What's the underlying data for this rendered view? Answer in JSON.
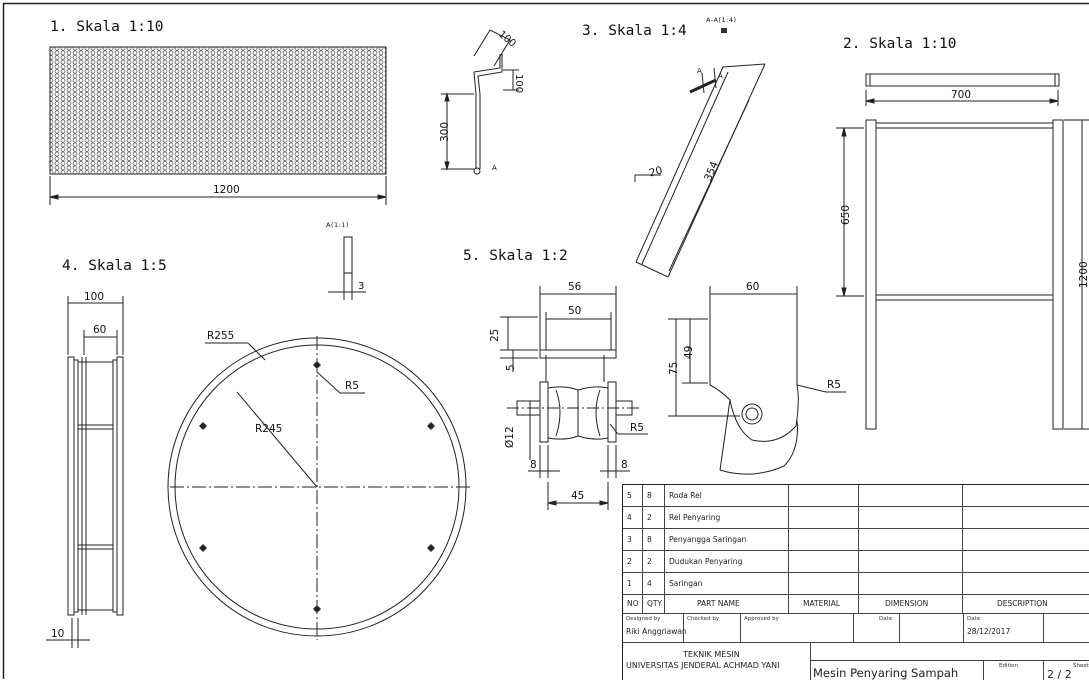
{
  "views": {
    "v1": "1. Skala 1:10",
    "v2": "2. Skala 1:10",
    "v3": "3. Skala 1:4",
    "v4": "4. Skala 1:5",
    "v5": "5. Skala 1:2"
  },
  "section_labels": {
    "aa": "A-A(1:4)",
    "a11": "A(1:1)",
    "a_marker": "A"
  },
  "dims": {
    "v1_width": "1200",
    "v1_rot_100a": "100",
    "v1_rot_100b": "100",
    "v1_rot_300": "300",
    "v2_700": "700",
    "v2_650": "650",
    "v2_1200": "1200",
    "v3_20": "20",
    "v3_354": "354",
    "v3_detail_3": "3",
    "v4_100": "100",
    "v4_60": "60",
    "v4_10": "10",
    "v4_r255": "R255",
    "v4_r245": "R245",
    "v4_r5": "R5",
    "v5_56": "56",
    "v5_50": "50",
    "v5_25": "25",
    "v5_5": "5",
    "v5_d12": "Ø12",
    "v5_8a": "8",
    "v5_8b": "8",
    "v5_45": "45",
    "v5_r5a": "R5",
    "v5_60": "60",
    "v5_75": "75",
    "v5_49": "49",
    "v5_r5b": "R5"
  },
  "parts_list": {
    "rows": [
      {
        "no": "5",
        "qty": "8",
        "name": "Roda Rel"
      },
      {
        "no": "4",
        "qty": "2",
        "name": "Rel Penyaring"
      },
      {
        "no": "3",
        "qty": "8",
        "name": "Penyangga Saringan"
      },
      {
        "no": "2",
        "qty": "2",
        "name": "Dudukan Penyaring"
      },
      {
        "no": "1",
        "qty": "4",
        "name": "Saringan"
      }
    ],
    "header": {
      "no": "NO",
      "qty": "QTY",
      "name": "PART NAME",
      "material": "MATERIAL",
      "dimension": "DIMENSION",
      "description": "DESCRIPTION"
    }
  },
  "title_block": {
    "designed_by_label": "Designed by",
    "designed_by": "Riki Anggriawan",
    "checked_by_label": "Checked by",
    "approved_by_label": "Approved by",
    "date_label": "Date",
    "date2_label": "Date",
    "date": "28/12/2017",
    "dept": "TEKNIK MESIN",
    "university": "UNIVERSITAS JENDERAL ACHMAD YANI",
    "drawing_title": "Mesin Penyaring Sampah",
    "edition_label": "Edition",
    "sheet_label": "Sheet",
    "sheet": "2 / 2"
  }
}
